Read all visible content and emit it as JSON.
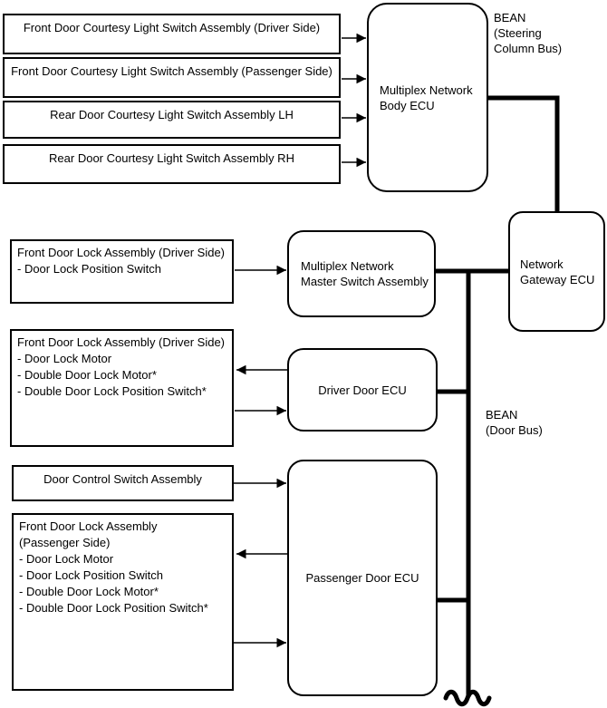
{
  "title": "Door lock multiplex communication system block diagram",
  "colors": {
    "line": "#000000",
    "background": "#ffffff",
    "text": "#000000"
  },
  "boxes": {
    "courtesy_driver": {
      "text": "Front Door Courtesy Light Switch Assembly (Driver Side)"
    },
    "courtesy_passenger": {
      "text": "Front Door Courtesy Light Switch Assembly (Passenger Side)"
    },
    "rear_lh": {
      "text": "Rear Door Courtesy Light Switch Assembly LH"
    },
    "rear_rh": {
      "text": "Rear Door Courtesy Light Switch Assembly RH"
    },
    "body_ecu": {
      "text": "Multiplex Network\nBody ECU"
    },
    "lock_driver_position": {
      "text": "Front Door Lock Assembly (Driver Side)\n- Door Lock Position Switch"
    },
    "master_switch": {
      "text": "Multiplex Network\nMaster Switch Assembly"
    },
    "gateway_ecu": {
      "text": "Network\nGateway ECU"
    },
    "lock_driver_motor": {
      "text": "Front Door Lock Assembly (Driver Side)\n- Door Lock Motor\n- Double Door Lock Motor*\n- Double Door Lock Position Switch*"
    },
    "driver_door_ecu": {
      "text": "Driver Door ECU"
    },
    "door_control_switch": {
      "text": "Door Control Switch Assembly"
    },
    "lock_passenger": {
      "text": "Front Door Lock Assembly\n(Passenger Side)\n- Door Lock Motor\n- Door Lock Position Switch\n- Double Door Lock Motor*\n- Double Door Lock Position Switch*"
    },
    "passenger_door_ecu": {
      "text": "Passenger Door ECU"
    }
  },
  "labels": {
    "bean_steering": "BEAN\n(Steering\nColumn Bus)",
    "bean_door": "BEAN\n(Door Bus)"
  }
}
